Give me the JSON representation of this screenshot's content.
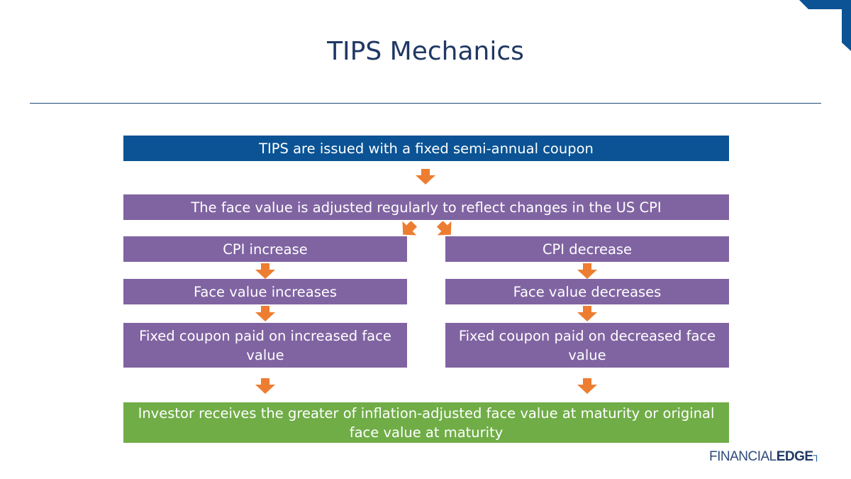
{
  "title": "TIPS Mechanics",
  "colors": {
    "blue": "#0b5394",
    "purple": "#8064a2",
    "green": "#70ad47",
    "arrow": "#ed7d31"
  },
  "flow": {
    "top": "TIPS are issued with a fixed semi-annual coupon",
    "adjust": "The face value is adjusted regularly to reflect changes in the US CPI",
    "left": [
      "CPI increase",
      "Face value increases",
      "Fixed coupon paid on increased face value"
    ],
    "right": [
      "CPI decrease",
      "Face value decreases",
      "Fixed coupon paid on decreased face value"
    ],
    "result": "Investor receives the greater of inflation-adjusted face value at maturity or original face value at maturity"
  },
  "logo": {
    "part1": "FINANCIAL",
    "part2": "EDGE"
  }
}
